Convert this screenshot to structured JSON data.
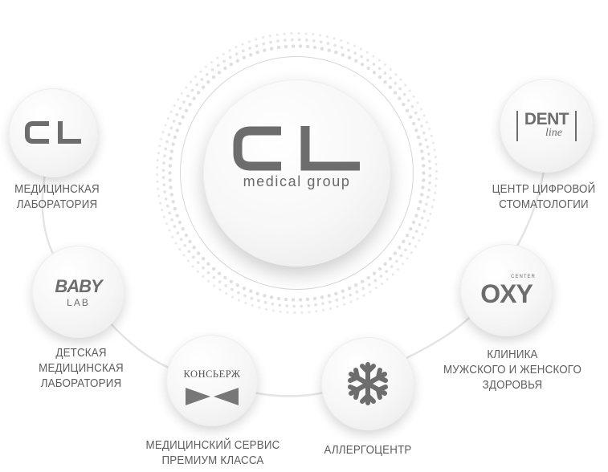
{
  "center": {
    "logo_letters": "CL",
    "subtitle": "medical group"
  },
  "nodes": {
    "cl_lab": {
      "logo": "CL",
      "label": [
        "МЕДИЦИНСКАЯ",
        "ЛАБОРАТОРИЯ"
      ]
    },
    "baby_lab": {
      "logo_top": "BABY",
      "logo_bottom": "LAB",
      "label": [
        "ДЕТСКАЯ",
        "МЕДИЦИНСКАЯ",
        "ЛАБОРАТОРИЯ"
      ]
    },
    "concierge": {
      "logo": "КОНСЬЕРЖ",
      "label": [
        "МЕДИЦИНСКИЙ СЕРВИС",
        "ПРЕМИУМ КЛАССА"
      ]
    },
    "allergy": {
      "icon": "snowflake-icon",
      "label": [
        "АЛЛЕРГОЦЕНТР"
      ]
    },
    "oxy": {
      "logo": "OXY",
      "logo_small": "CENTER",
      "label": [
        "КЛИНИКА",
        "МУЖСКОГО И ЖЕНСКОГО",
        "ЗДОРОВЬЯ"
      ]
    },
    "dent": {
      "logo_top": "DENT",
      "logo_bottom": "line",
      "label": [
        "ЦЕНТР ЦИФРОВОЙ",
        "СТОМАТОЛОГИИ"
      ]
    }
  },
  "colors": {
    "text": "#5d5d5d",
    "logo": "#6d6d6d",
    "line": "#e2e2e2",
    "dots": "#c9c9c9"
  }
}
